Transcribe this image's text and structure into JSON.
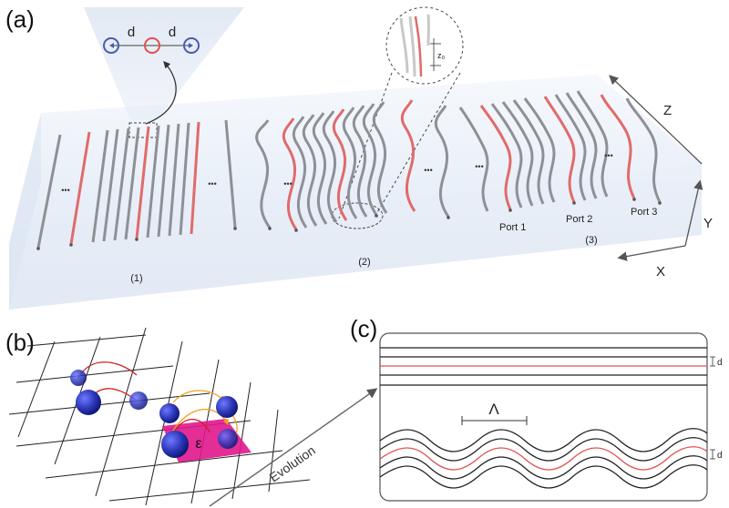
{
  "panel_labels": {
    "a": "(a)",
    "b": "(b)",
    "c": "(c)"
  },
  "panel_a": {
    "inset_left": {
      "d1": "d",
      "d2": "d"
    },
    "inset_right": {
      "label": "z₀"
    },
    "section_labels": {
      "s1": "(1)",
      "s2": "(2)",
      "s3": "(3)"
    },
    "ports": {
      "p1": "Port 1",
      "p2": "Port 2",
      "p3": "Port 3"
    },
    "ellipsis": "•••",
    "axes": {
      "z": "Z",
      "y": "Y",
      "x": "X"
    }
  },
  "panel_b": {
    "epsilon": "ε",
    "evolution": "Evolution"
  },
  "panel_c": {
    "lambda": "Λ",
    "d_top": "d",
    "d_bottom": "d"
  },
  "colors": {
    "waveguide": "#8f9096",
    "highlight": "#e06b6b",
    "lattice_site": "#2a35b5",
    "defect": "#e0168c",
    "hop": "#f0a020"
  }
}
